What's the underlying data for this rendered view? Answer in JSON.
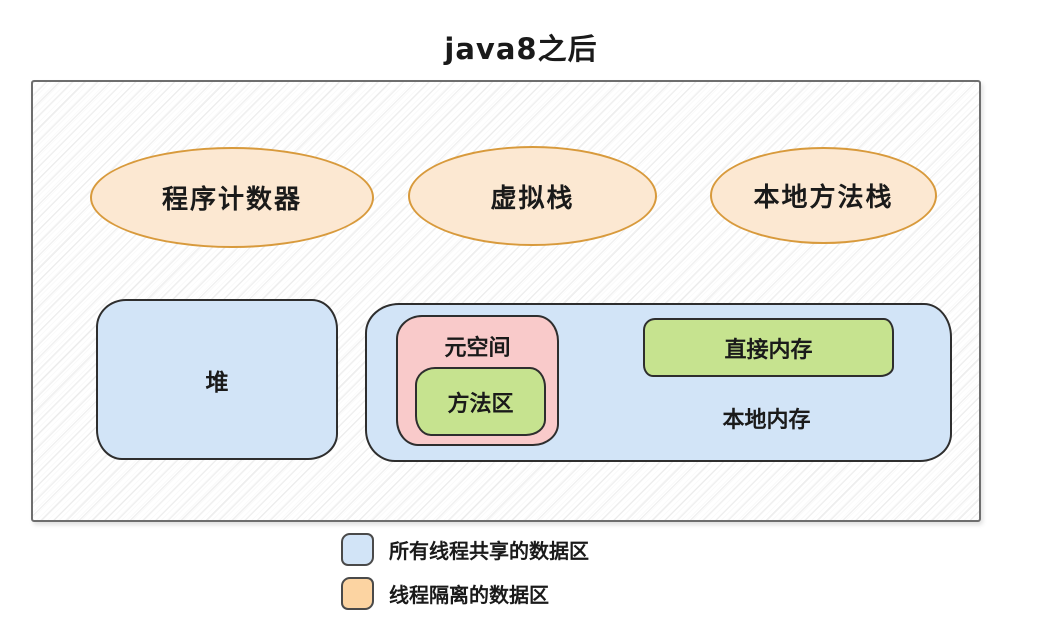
{
  "title": "java8之后",
  "regions": {
    "program_counter": "程序计数器",
    "virtual_stack": "虚拟栈",
    "native_method_stack": "本地方法栈",
    "heap": "堆",
    "metaspace": "元空间",
    "method_area": "方法区",
    "direct_memory": "直接内存",
    "native_memory": "本地内存"
  },
  "legend": {
    "items": [
      {
        "label": "所有线程共享的数据区",
        "color": "#d2e4f7"
      },
      {
        "label": "线程隔离的数据区",
        "color": "#fcd4a2"
      }
    ]
  },
  "colors": {
    "shared_region_fill": "#d2e4f7",
    "isolated_region_fill": "#fce8d2",
    "isolated_region_border": "#d89a3c",
    "metaspace_fill": "#f9caca",
    "method_area_fill": "#c6e38f",
    "direct_memory_fill": "#c6e38f",
    "box_border": "#2e2e2e",
    "outer_box_border": "#6e6e6e",
    "text": "#1a1a1a"
  }
}
